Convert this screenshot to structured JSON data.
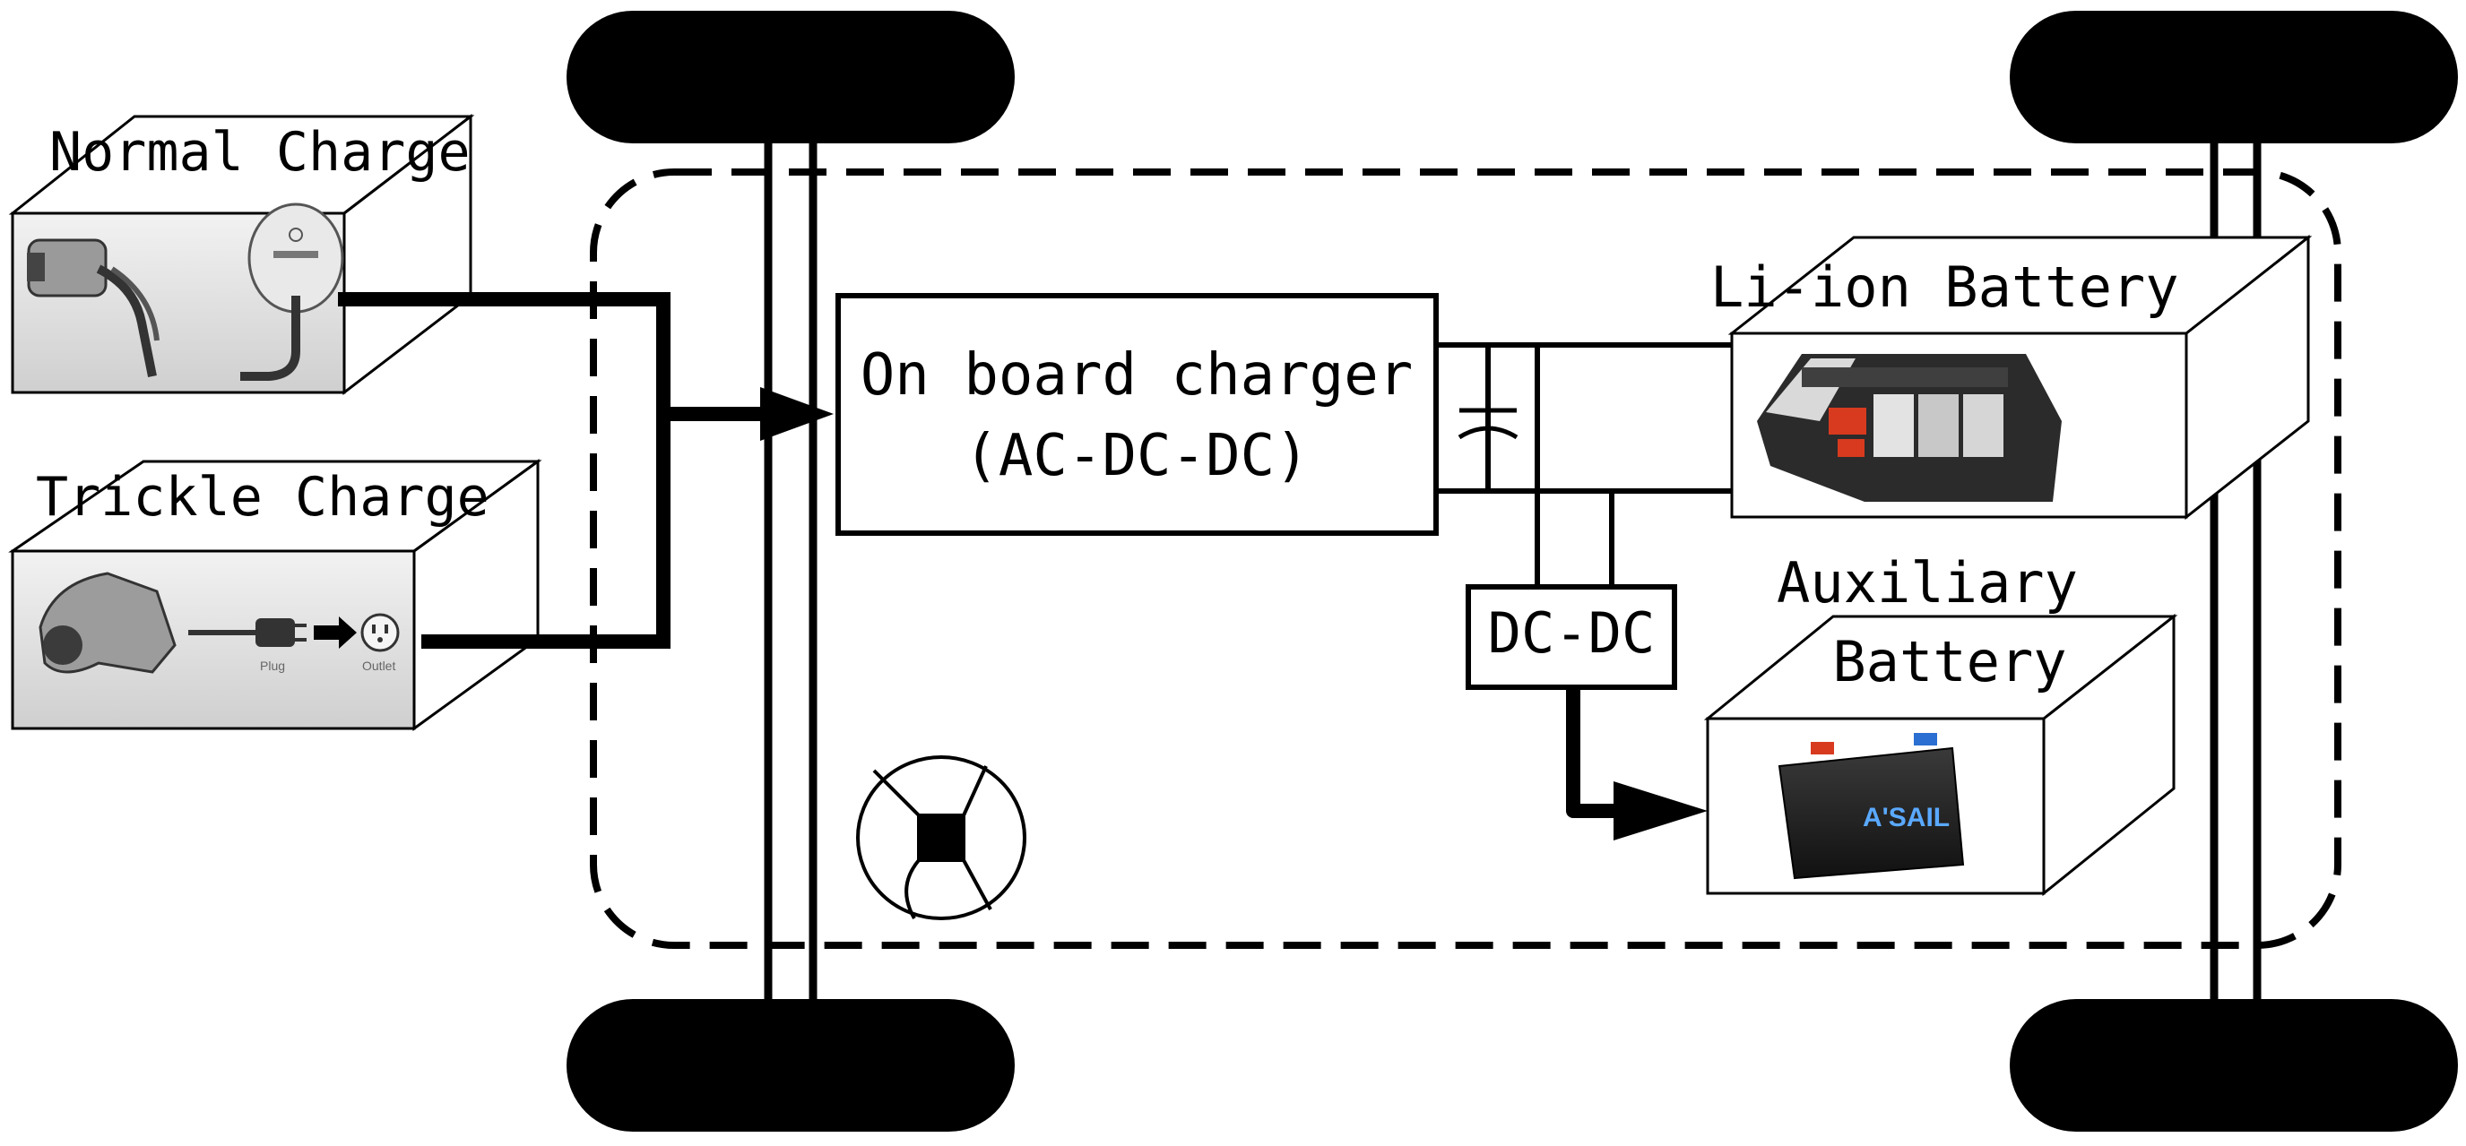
{
  "labels": {
    "normal_charge": "Normal Charge",
    "trickle_charge": "Trickle Charge",
    "obc_line1": "On board charger",
    "obc_line2": "(AC-DC-DC)",
    "li_ion": "Li-ion Battery",
    "aux_line1": "Auxiliary",
    "aux_line2": "Battery",
    "dcdc": "DC-DC",
    "plug_caption": "Plug",
    "outlet_caption": "Outlet",
    "aux_brand": "A'SAIL"
  },
  "colors": {
    "ink": "#000000",
    "photo_bg": "#d9d9d9",
    "battery_red": "#d83a1f"
  }
}
